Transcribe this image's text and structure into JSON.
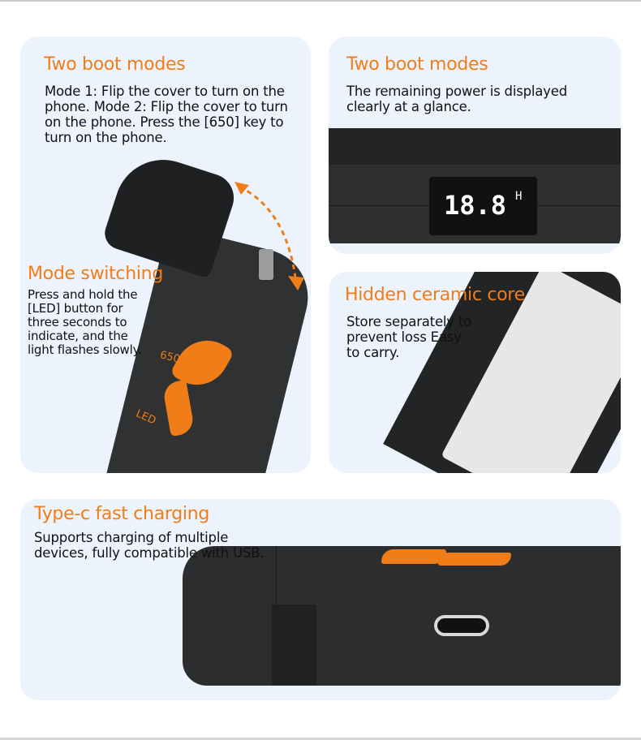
{
  "panels": [
    {
      "title": "Two boot modes",
      "body": "Mode 1: Flip the cover to turn on the phone. Mode 2: Flip the cover to turn on the phone. Press the [650] key to turn on the phone."
    },
    {
      "title": "Two boot modes",
      "body": "The remaining power is displayed clearly at a glance.",
      "display_value": "18.8",
      "display_unit": "H"
    },
    {
      "title": "Hidden ceramic core",
      "body": "Store separately to prevent loss Easy to carry."
    },
    {
      "title": "Type-c fast charging",
      "body": "Supports charging of multiple devices, fully compatible with USB."
    }
  ],
  "mode_switching": {
    "title": "Mode switching",
    "body": "Press and hold the [LED] button for three seconds to indicate, and the light flashes slowly."
  },
  "device_labels": {
    "k650": "650",
    "led": "LED"
  },
  "colors": {
    "accent": "#f07d18",
    "card": "#edf3fc",
    "device": "#2b2c2e"
  }
}
